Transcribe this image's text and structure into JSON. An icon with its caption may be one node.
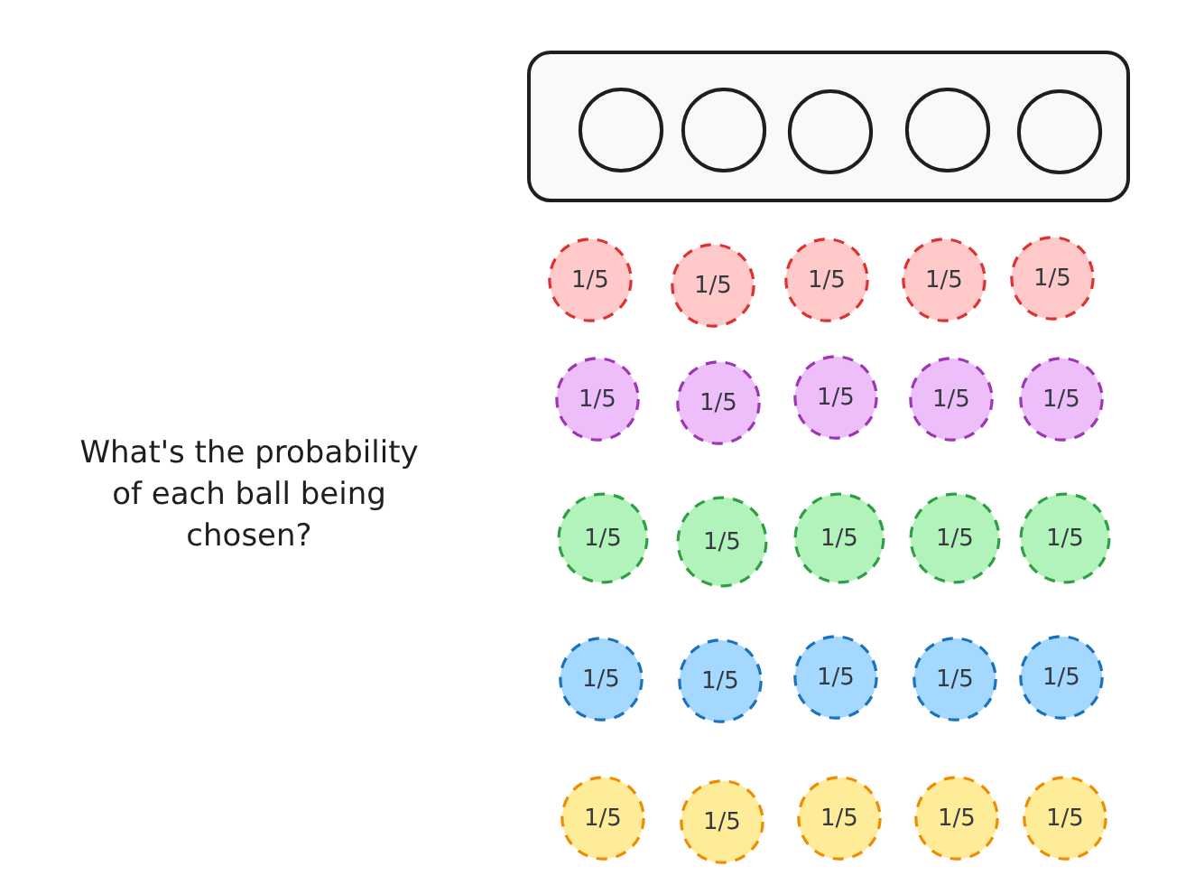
{
  "diagram": {
    "nodes": [
      {
        "text": [],
        "shape": "box"
      },
      {
        "text": [],
        "shape": "circle",
        "in": 0
      },
      {
        "text": [],
        "shape": "circle",
        "in": 0
      },
      {
        "text": [],
        "shape": "circle",
        "in": 0
      },
      {
        "text": [],
        "shape": "circle",
        "in": 0
      },
      {
        "text": [],
        "shape": "circle",
        "in": 0
      },
      {
        "text": [
          "1/5"
        ]
      },
      {
        "text": [
          "1/5"
        ]
      },
      {
        "text": [
          "1/5"
        ]
      },
      {
        "text": [
          "1/5"
        ]
      },
      {
        "text": [
          "1/5"
        ]
      },
      {
        "text": [
          "1/5"
        ]
      },
      {
        "text": [
          "1/5"
        ]
      },
      {
        "text": [
          "1/5"
        ]
      },
      {
        "text": [
          "1/5"
        ]
      },
      {
        "text": [
          "1/5"
        ]
      },
      {
        "text": [
          "1/5"
        ]
      },
      {
        "text": [
          "1/5"
        ]
      },
      {
        "text": [
          "1/5"
        ]
      },
      {
        "text": [
          "1/5"
        ]
      },
      {
        "text": [
          "1/5"
        ]
      },
      {
        "text": [
          "1/5"
        ]
      },
      {
        "text": [
          "1/5"
        ]
      },
      {
        "text": [
          "1/5"
        ]
      },
      {
        "text": [
          "1/5"
        ]
      },
      {
        "text": [
          "1/5"
        ]
      },
      {
        "text": [
          "1/5"
        ]
      },
      {
        "text": [
          "1/5"
        ]
      },
      {
        "text": [
          "1/5"
        ]
      },
      {
        "text": [
          "1/5"
        ]
      },
      {
        "text": [
          "1/5"
        ]
      }
    ],
    "labels": [
      "What's the probability of each ball being chosen?"
    ]
  }
}
